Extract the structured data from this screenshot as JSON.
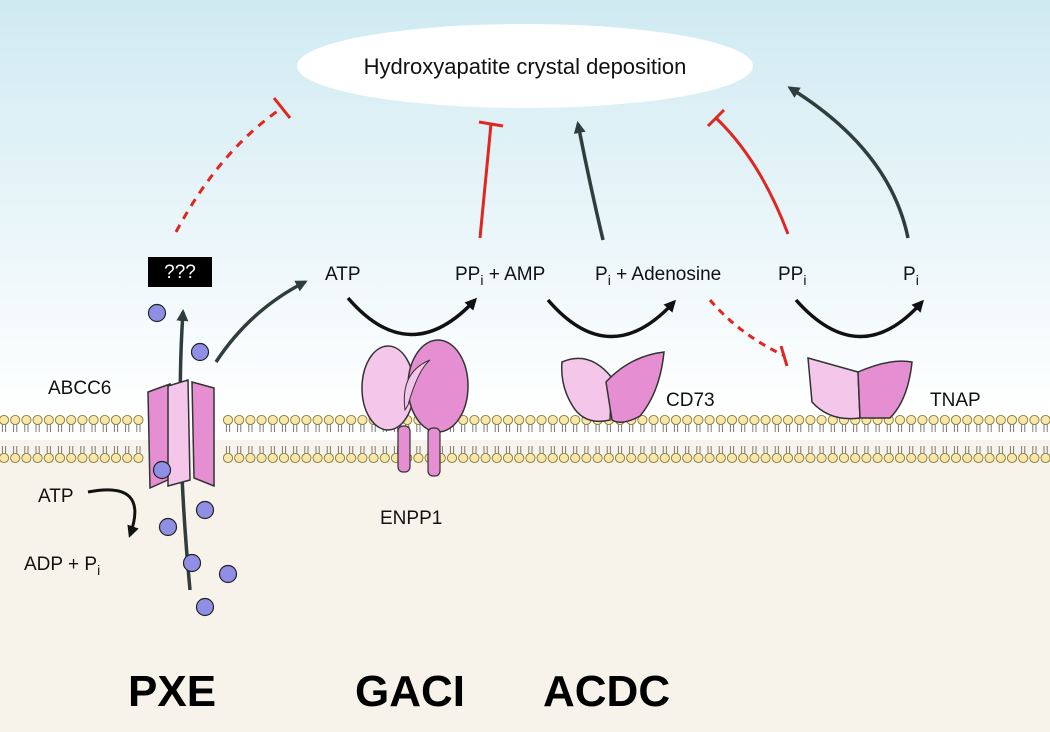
{
  "title": "Hydroxyapatite crystal deposition",
  "unknown_box": "???",
  "proteins": {
    "abcc6": "ABCC6",
    "enpp1": "ENPP1",
    "cd73": "CD73",
    "tnap": "TNAP"
  },
  "molecules": {
    "atp_top": "ATP",
    "pp": "PP",
    "pp_sub": "i",
    "amp": " + AMP",
    "p": "P",
    "p_sub": "i",
    "adenosine": " + Adenosine",
    "pp2": "PP",
    "pp2_sub": "i",
    "p2": "P",
    "p2_sub": "i",
    "atp_left": "ATP",
    "adp": "ADP + P",
    "adp_sub": "i"
  },
  "diseases": [
    "PXE",
    "GACI",
    "ACDC"
  ],
  "colors": {
    "sky_top": "#cfeaf2",
    "sky_bottom": "#ffffff",
    "cytoplasm": "#f8f3ea",
    "protein": "#e58fd2",
    "protein_light": "#f3c6ea",
    "lipid_head": "#f7e7a8",
    "vesicle": "#8f8fe6",
    "activation": "#2f3d3d",
    "inhibition": "#e0261f",
    "box": "#000000"
  }
}
